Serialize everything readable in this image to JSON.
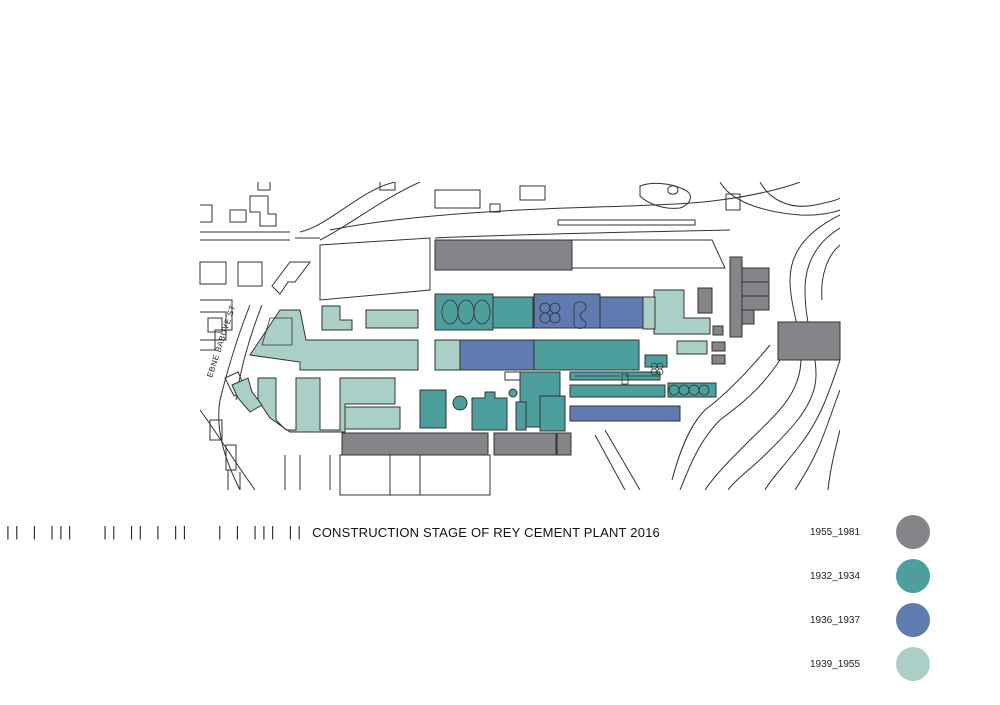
{
  "title": "CONSTRUCTION STAGE OF REY CEMENT PLANT 2016",
  "tick_pattern": "|| | |||   || || | ||   | | ||| ||",
  "street_label": "EBNE BABUYE ST",
  "colors": {
    "stage_1955_1981": "#858589",
    "stage_1932_1934": "#4d9f9d",
    "stage_1936_1937": "#5f7bb0",
    "stage_1939_1955": "#a9cfc7",
    "outline": "#333333"
  },
  "legend": [
    {
      "label": "1955_1981",
      "color": "#858589"
    },
    {
      "label": "1932_1934",
      "color": "#4d9f9d"
    },
    {
      "label": "1936_1937",
      "color": "#5f7bb0"
    },
    {
      "label": "1939_1955",
      "color": "#a9cfc7"
    }
  ]
}
